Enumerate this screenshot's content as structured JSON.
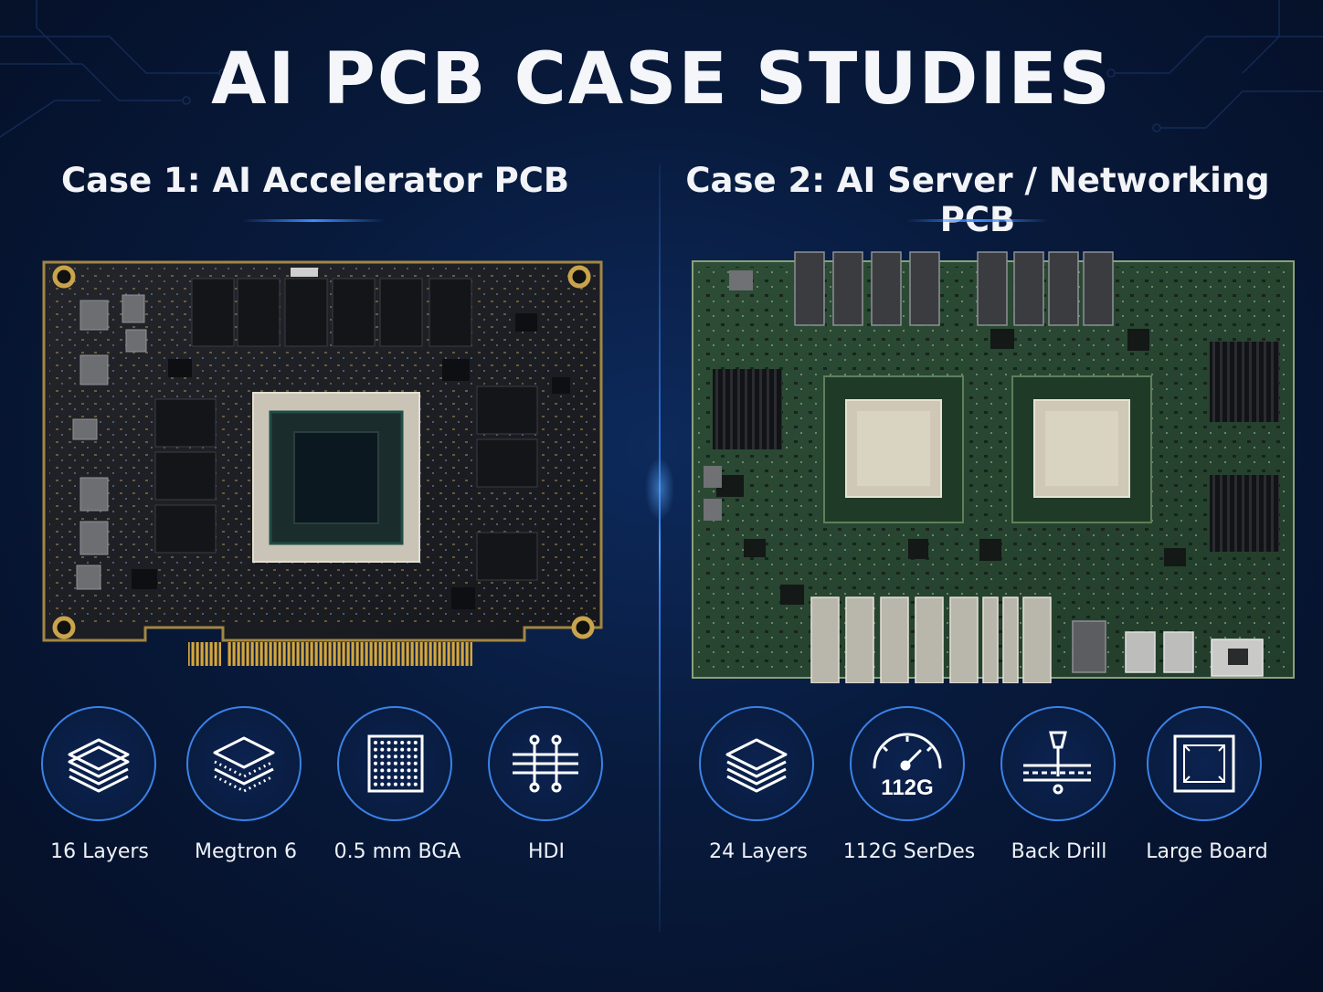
{
  "title": "AI PCB CASE STUDIES",
  "colors": {
    "background": "#081a3c",
    "accent": "#3b82e6",
    "text": "#ffffff"
  },
  "case1": {
    "heading": "Case 1: AI Accelerator PCB",
    "features": [
      {
        "icon": "stacked-layers-icon",
        "label": "16 Layers"
      },
      {
        "icon": "dotted-layers-icon",
        "label": "Megtron 6"
      },
      {
        "icon": "bga-grid-icon",
        "label": "0.5 mm BGA"
      },
      {
        "icon": "hdi-vias-icon",
        "label": "HDI"
      }
    ]
  },
  "case2": {
    "heading": "Case 2: AI Server / Networking PCB",
    "features": [
      {
        "icon": "stacked-layers-icon",
        "label": "24 Layers"
      },
      {
        "icon": "speedometer-icon",
        "label": "112G SerDes",
        "icon_text": "112G"
      },
      {
        "icon": "back-drill-icon",
        "label": "Back Drill"
      },
      {
        "icon": "large-board-icon",
        "label": "Large Board"
      }
    ]
  }
}
